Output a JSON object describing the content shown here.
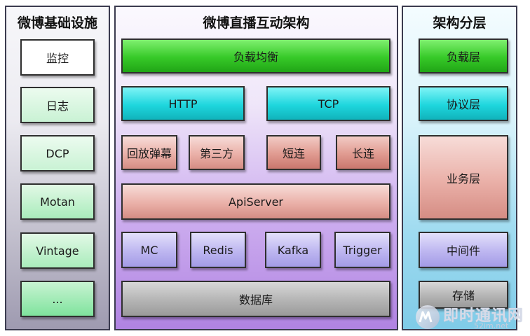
{
  "left": {
    "title": "微博基础设施",
    "items": [
      "监控",
      "日志",
      "DCP",
      "Motan",
      "Vintage",
      "..."
    ]
  },
  "middle": {
    "title": "微博直播互动架构",
    "load_balance": "负载均衡",
    "http": "HTTP",
    "tcp": "TCP",
    "replay_danmaku": "回放弹幕",
    "third_party": "第三方",
    "short_conn": "短连",
    "long_conn": "长连",
    "api_server": "ApiServer",
    "mc": "MC",
    "redis": "Redis",
    "kafka": "Kafka",
    "trigger": "Trigger",
    "database": "数据库"
  },
  "right": {
    "title": "架构分层",
    "load_layer": "负载层",
    "protocol_layer": "协议层",
    "business_layer": "业务层",
    "middleware": "中间件",
    "storage": "存储"
  },
  "watermark": {
    "name": "即时通讯网",
    "site": "52im.net"
  },
  "colors": {
    "green": "#36c928",
    "cyan": "#1ed6dd",
    "pink": "#eab0a8",
    "lavender": "#bdb6f0",
    "gray": "#b4b4b4",
    "mint": "#a9ecbb"
  }
}
